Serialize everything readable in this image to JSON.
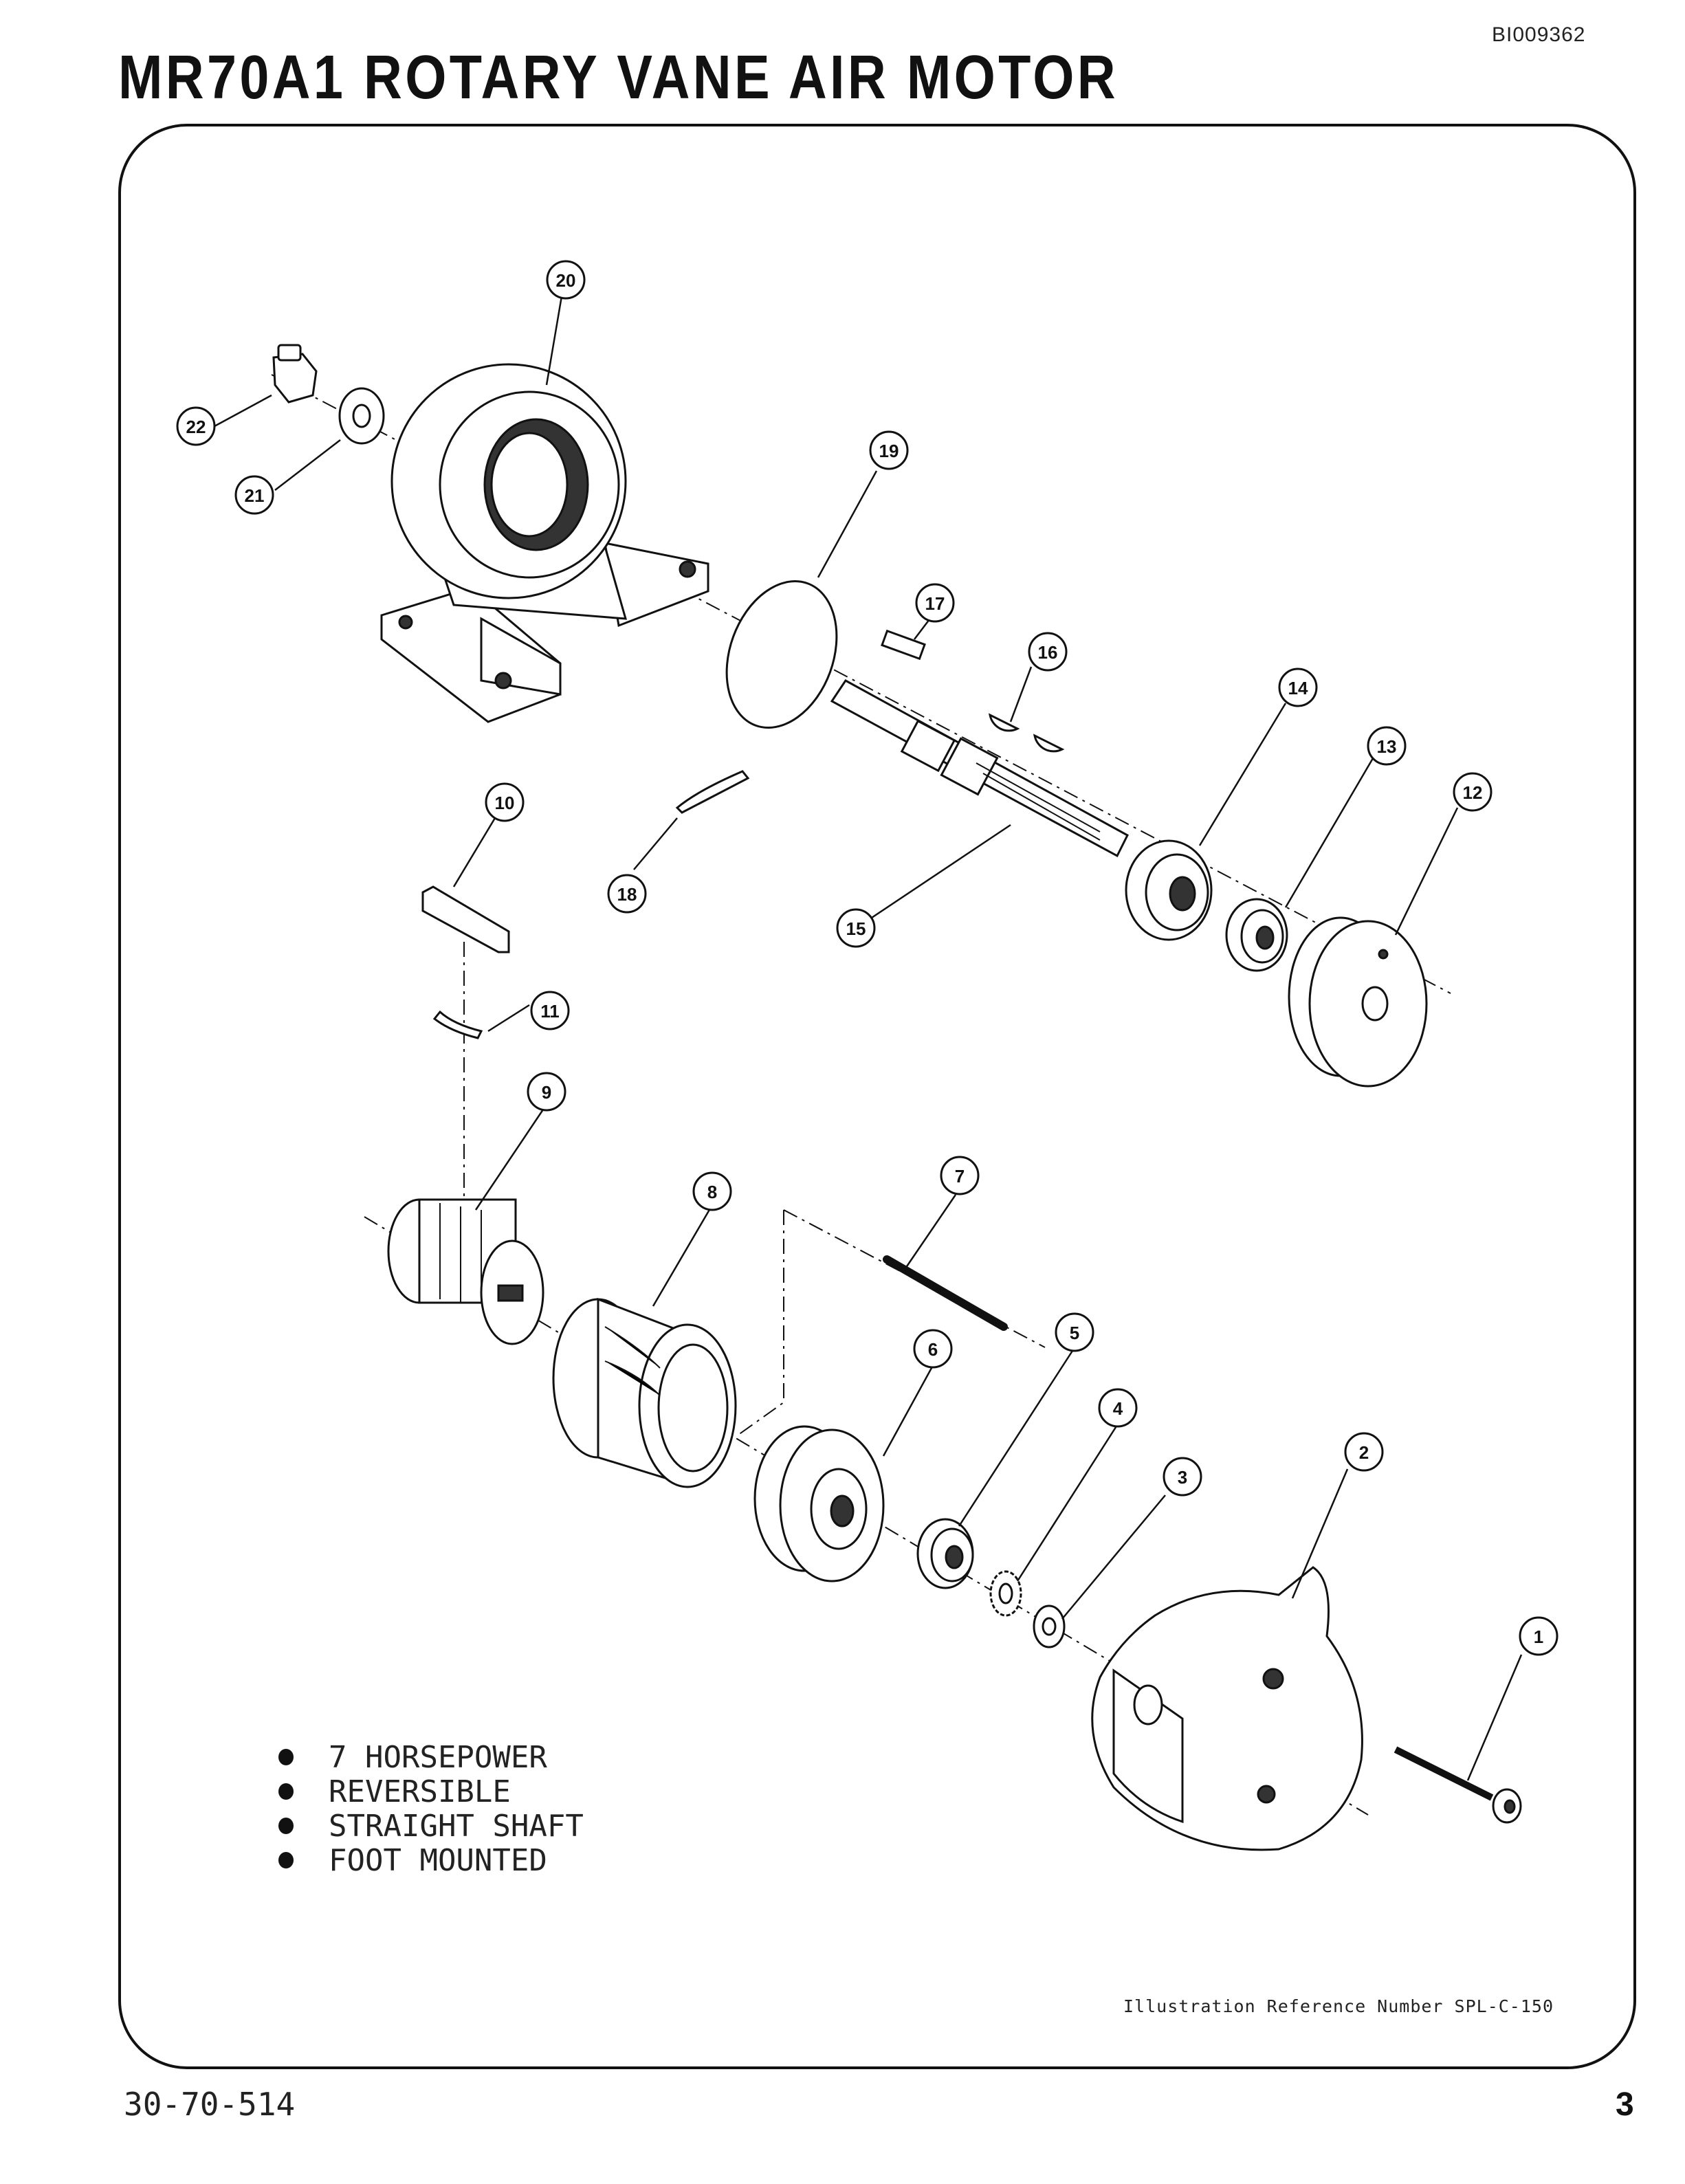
{
  "header": {
    "doc_id": "BI009362",
    "title": "MR70A1 ROTARY VANE AIR MOTOR"
  },
  "features": [
    "7 HORSEPOWER",
    "REVERSIBLE",
    "STRAIGHT SHAFT",
    "FOOT MOUNTED"
  ],
  "callouts": [
    "1",
    "2",
    "3",
    "4",
    "5",
    "6",
    "7",
    "8",
    "9",
    "10",
    "11",
    "12",
    "13",
    "14",
    "15",
    "16",
    "17",
    "18",
    "19",
    "20",
    "21",
    "22"
  ],
  "reference_note": "Illustration Reference Number SPL-C-150",
  "footer": {
    "page_code": "30-70-514",
    "page_number": "3"
  }
}
